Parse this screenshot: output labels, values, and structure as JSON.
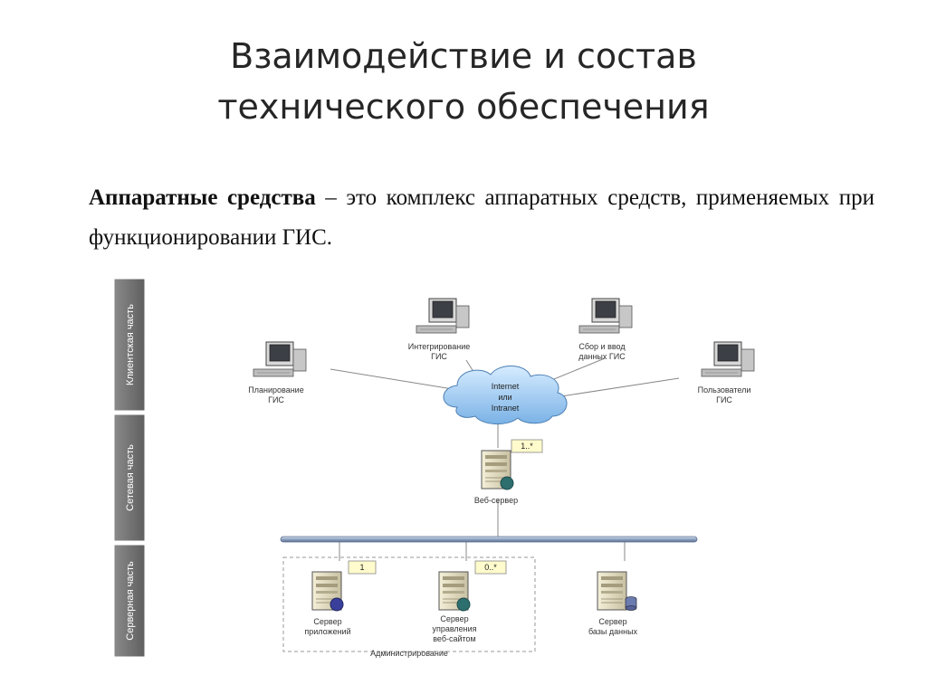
{
  "title": {
    "line1": "Взаимодействие и состав",
    "line2": "технического обеспечения"
  },
  "paragraph": {
    "term": "Аппаратные средства",
    "rest": " – это комплекс аппаратных средств, применяемых при функционировании ГИС."
  },
  "diagram": {
    "side_labels": [
      "Клиентская часть",
      "Сетевая часть",
      "Серверная часть"
    ],
    "clients": [
      {
        "line1": "Планирование",
        "line2": "ГИС"
      },
      {
        "line1": "Интегрирование",
        "line2": "ГИС"
      },
      {
        "line1": "Сбор и ввод",
        "line2": "данных ГИС"
      },
      {
        "line1": "Пользователи",
        "line2": "ГИС"
      }
    ],
    "cloud": {
      "line1": "Internet",
      "line2": "или",
      "line3": "Intranet"
    },
    "web_server": {
      "label": "Веб-сервер",
      "note": "1..*"
    },
    "servers": [
      {
        "line1": "Сервер",
        "line2": "приложений",
        "note": "1"
      },
      {
        "line1": "Сервер",
        "line2": "управления",
        "line3": "веб-сайтом",
        "note": "0..*"
      },
      {
        "line1": "Сервер",
        "line2": "базы данных"
      }
    ],
    "admin_label": "Администрирование"
  }
}
